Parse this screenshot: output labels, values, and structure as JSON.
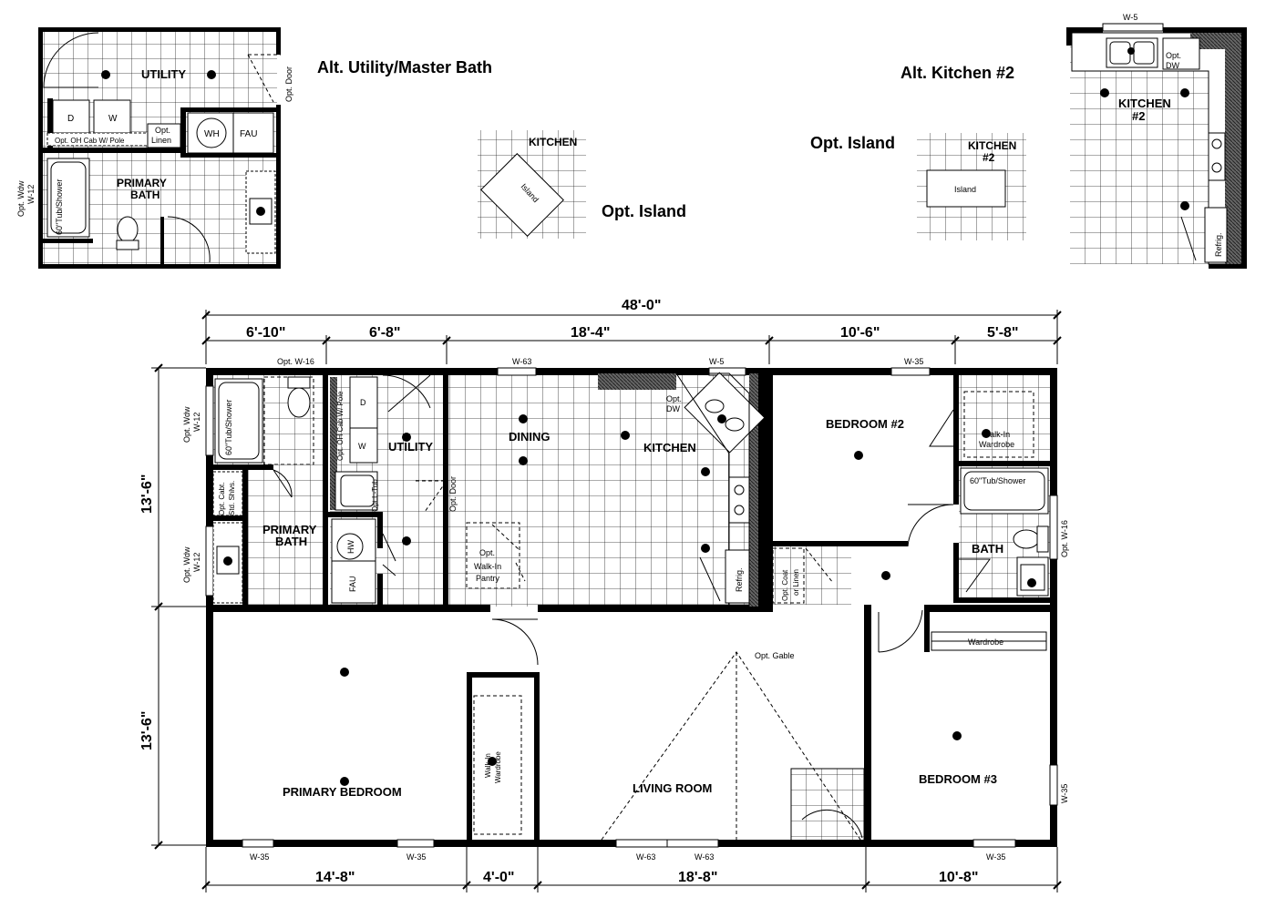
{
  "titles": {
    "alt_utility": "Alt. Utility/Master Bath",
    "alt_kitchen2": "Alt. Kitchen #2",
    "opt_island_left": "Opt. Island",
    "opt_island_right": "Opt. Island"
  },
  "alt_utility": {
    "utility": "UTILITY",
    "dryer": "D",
    "washer": "W",
    "opt_linen_1": "Opt.",
    "opt_linen_2": "Linen",
    "shelf": "Opt. OH Cab W/ Pole",
    "wh": "WH",
    "fau": "FAU",
    "primary_bath_1": "PRIMARY",
    "primary_bath_2": "BATH",
    "tub": "60\"Tub/Shower",
    "opt_wdw": "Opt. Wdw",
    "w12": "W-12",
    "opt_door": "Opt. Door"
  },
  "island_inset": {
    "kitchen": "KITCHEN",
    "island": "Island"
  },
  "island2_inset": {
    "kitchen_1": "KITCHEN",
    "kitchen_2": "#2",
    "island": "Island"
  },
  "kitchen2_inset": {
    "kitchen_1": "KITCHEN",
    "kitchen_2": "#2",
    "w5": "W-5",
    "opt": "Opt.",
    "dw": "DW",
    "refrig": "Refrig."
  },
  "dimensions": {
    "overall": "48'-0\"",
    "top": [
      "6'-10\"",
      "6'-8\"",
      "18'-4\"",
      "10'-6\"",
      "5'-8\""
    ],
    "bottom": [
      "14'-8\"",
      "4'-0\"",
      "18'-8\"",
      "10'-8\""
    ],
    "side": [
      "13'-6\"",
      "13'-6\""
    ]
  },
  "rooms": {
    "dining": "DINING",
    "kitchen": "KITCHEN",
    "utility": "UTILITY",
    "bedroom2": "BEDROOM #2",
    "bath": "BATH",
    "primary_bath_1": "PRIMARY",
    "primary_bath_2": "BATH",
    "primary_bedroom": "PRIMARY BEDROOM",
    "living_room": "LIVING ROOM",
    "bedroom3": "BEDROOM #3"
  },
  "labels": {
    "opt_w16_top": "Opt. W-16",
    "w63_top": "W-63",
    "w5_top": "W-5",
    "w35_top": "W-35",
    "opt_dw_1": "Opt.",
    "opt_dw_2": "DW",
    "walkin_wardrobe_1": "Walk-In",
    "walkin_wardrobe_2": "Wardrobe",
    "tub_main": "60\"Tub/Shower",
    "tub_bath": "60\"Tub/Shower",
    "opt_w16_right": "Opt. W-16",
    "w35_right": "W-35",
    "opt_wdw": "Opt. Wdw",
    "w12": "W-12",
    "opt_cabt": "Opt. Cabt.",
    "std_shlvs": "Std. Shlvs.",
    "opt_oh_cab": "Opt. OH Cab W/ Pole",
    "d": "D",
    "w": "W",
    "opt_ltub": "Opt.L-Tub",
    "hw": "HW",
    "fau": "FAU",
    "opt_door": "Opt. Door",
    "pantry_1": "Opt.",
    "pantry_2": "Walk-In",
    "pantry_3": "Pantry",
    "refrig": "Refrig.",
    "opt_coat": "Opt. Coat",
    "or_linen": "or Linen",
    "opt_gable": "Opt. Gable",
    "wardrobe": "Wardrobe",
    "walkin_wardrobe_v1": "Walk-In",
    "walkin_wardrobe_v2": "Wardrobe",
    "w35_b1": "W-35",
    "w35_b2": "W-35",
    "w63_b1": "W-63",
    "w63_b2": "W-63",
    "w35_b3": "W-35"
  }
}
